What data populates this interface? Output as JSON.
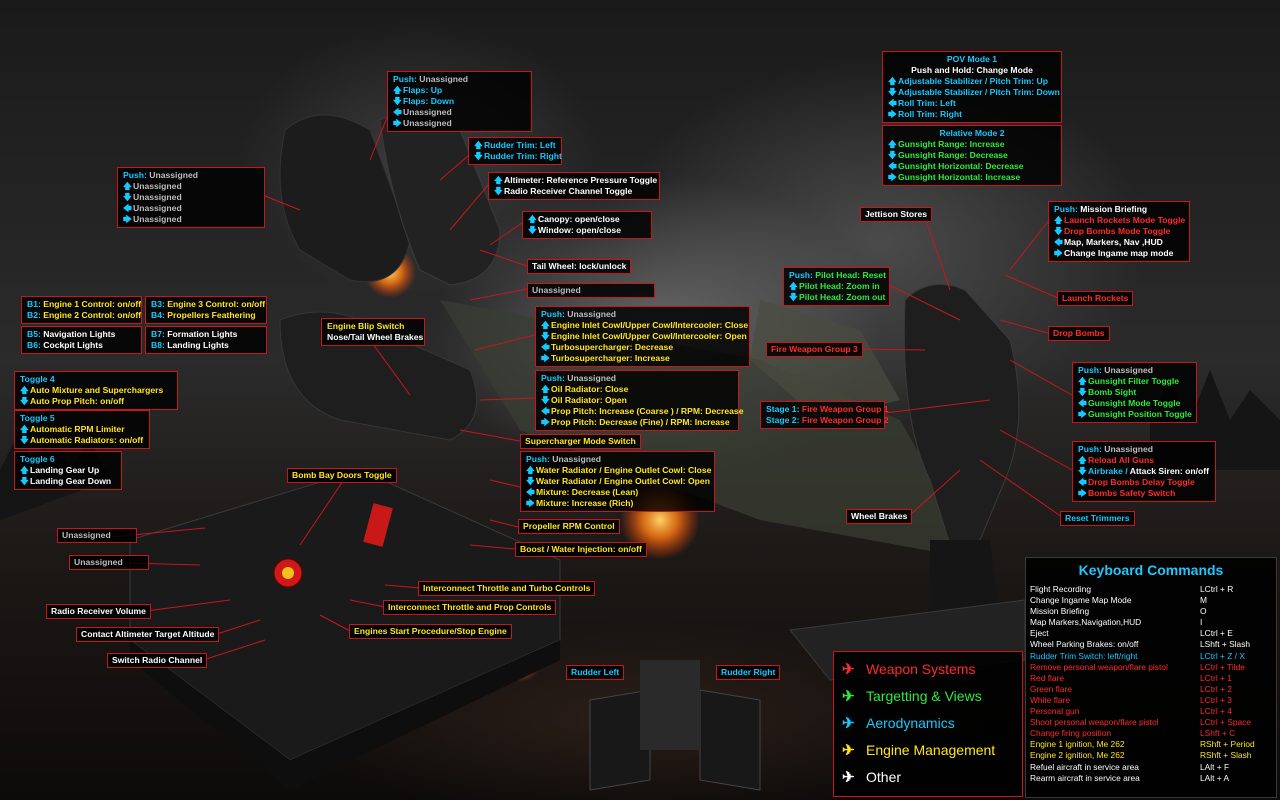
{
  "colors": {
    "border": "#c8161d",
    "cyan": "#17c9ff",
    "green": "#2eea3c",
    "yellow": "#ffe61b",
    "red": "#ff2a2a",
    "grey": "#bdbdbd"
  },
  "throttle_top": {
    "push_left": {
      "push": "Push:",
      "push_val": "Unassigned",
      "rows": [
        "Unassigned",
        "Unassigned",
        "Unassigned",
        "Unassigned"
      ]
    },
    "push_top": {
      "push": "Push:",
      "push_val": "Unassigned",
      "rows": [
        "Flaps: Up",
        "Flaps: Down",
        "Unassigned",
        "Unassigned"
      ]
    },
    "rudder_trim": [
      "Rudder Trim: Left",
      "Rudder Trim: Right"
    ],
    "altimeter": [
      "Altimeter: Reference Pressure Toggle",
      "Radio Receiver Channel Toggle"
    ],
    "canopy": [
      "Canopy: open/close",
      "Window: open/close"
    ],
    "tail_wheel": "Tail Wheel: lock/unlock",
    "unassigned_1": "Unassigned"
  },
  "b_buttons": {
    "b1": "B1:",
    "b1_t": "Engine 1 Control: on/off",
    "b2": "B2:",
    "b2_t": "Engine 2 Control: on/off",
    "b3": "B3:",
    "b3_t": "Engine 3 Control: on/off",
    "b4": "B4:",
    "b4_t": "Propellers Feathering",
    "b5": "B5:",
    "b5_t": "Navigation Lights",
    "b6": "B6:",
    "b6_t": "Cockpit Lights",
    "b7": "B7:",
    "b7_t": "Formation Lights",
    "b8": "B8:",
    "b8_t": "Landing Lights"
  },
  "toggles": {
    "t4_title": "Toggle 4",
    "t4": [
      "Auto Mixture and Superchargers",
      "Auto Prop Pitch: on/off"
    ],
    "t5_title": "Toggle 5",
    "t5": [
      "Automatic RPM Limiter",
      "Automatic Radiators: on/off"
    ],
    "t6_title": "Toggle 6",
    "t6": [
      "Landing Gear Up",
      "Landing Gear Down"
    ]
  },
  "throttle_mid": {
    "engine_blip": [
      "Engine Blip Switch",
      "Nose/Tail Wheel Brakes"
    ],
    "hat1": {
      "push": "Push:",
      "push_val": "Unassigned",
      "rows": [
        "Engine Inlet Cowl/Upper Cowl/Intercooler: Close",
        "Engine Inlet Cowl/Upper Cowl/Intercooler: Open",
        "Turbosupercharger: Decrease",
        "Turbosupercharger: Increase"
      ]
    },
    "hat2": {
      "push": "Push:",
      "push_val": "Unassigned",
      "rows": [
        "Oil Radiator: Close",
        "Oil Radiator: Open",
        "Prop Pitch: Increase (Coarse ) / RPM: Decrease",
        "Prop Pitch: Decrease (Fine) / RPM: Increase"
      ]
    },
    "supercharger": "Supercharger Mode Switch",
    "hat3": {
      "push": "Push:",
      "push_val": "Unassigned",
      "rows": [
        "Water Radiator / Engine Outlet Cowl: Close",
        "Water Radiator / Engine Outlet Cowl: Open",
        "Mixture: Decrease (Lean)",
        "Mixture: Increase (Rich)"
      ]
    },
    "prop_rpm": "Propeller RPM Control",
    "boost": "Boost / Water Injection: on/off",
    "bomb_bay": "Bomb Bay Doors Toggle"
  },
  "base": {
    "unassigned_a": "Unassigned",
    "unassigned_b": "Unassigned",
    "radio_vol": "Radio Receiver Volume",
    "contact_alt": "Contact Altimeter Target Altitude",
    "switch_radio": "Switch Radio Channel",
    "ic_turbo": "Interconnect Throttle and Turbo Controls",
    "ic_prop": "Interconnect Throttle and Prop Controls",
    "engine_start": "Engines Start Procedure/Stop Engine"
  },
  "rudder": {
    "left": "Rudder Left",
    "right": "Rudder Right"
  },
  "stick": {
    "pov_title": "POV Mode 1",
    "pov_sub": "Push and Hold: Change Mode",
    "pov_rows": [
      "Adjustable Stabilizer / Pitch Trim: Up",
      "Adjustable Stabilizer / Pitch Trim: Down",
      "Roll Trim: Left",
      "Roll Trim: Right"
    ],
    "rel_title": "Relative Mode 2",
    "rel_rows": [
      "Gunsight Range: Increase",
      "Gunsight Range: Decrease",
      "Gunsight Horizontal: Decrease",
      "Gunsight Horizontal: Increase"
    ],
    "jettison": "Jettison Stores",
    "mb_push": "Push:",
    "mb_push_val": "Mission Briefing",
    "mb_rows": [
      "Launch Rockets Mode Toggle",
      "Drop Bombs Mode Toggle",
      "Map, Markers, Nav ,HUD",
      "Change Ingame map mode"
    ],
    "ph_push": "Push:",
    "ph_push_val": "Pilot Head: Reset",
    "ph_rows": [
      "Pilot Head: Zoom in",
      "Pilot Head: Zoom out"
    ],
    "launch_rockets": "Launch Rockets",
    "drop_bombs": "Drop Bombs",
    "fire3": "Fire Weapon Group 3",
    "gs_push": "Push:",
    "gs_push_val": "Unassigned",
    "gs_rows": [
      "Gunsight Filter Toggle",
      "Bomb Sight",
      "Gunsight Mode Toggle",
      "Gunsight Position Toggle"
    ],
    "stage1": "Stage 1:",
    "stage1_v": "Fire Weapon Group 1",
    "stage2": "Stage 2:",
    "stage2_v": "Fire Weapon Group 2",
    "rg_push": "Push:",
    "rg_push_val": "Unassigned",
    "rg_row1": "Reload All Guns",
    "rg_row2_a": "Airbrake /",
    "rg_row2_b": "Attack Siren: on/off",
    "rg_row3": "Drop Bombs Delay Toggle",
    "rg_row4": "Bombs Safety Switch",
    "reset_trim": "Reset Trimmers",
    "wheel_brakes": "Wheel Brakes"
  },
  "legend": [
    {
      "label": "Weapon Systems",
      "color": "#ff2a2a"
    },
    {
      "label": "Targetting & Views",
      "color": "#2eea3c"
    },
    {
      "label": "Aerodynamics",
      "color": "#17c9ff"
    },
    {
      "label": "Engine Management",
      "color": "#ffe61b"
    },
    {
      "label": "Other",
      "color": "#ffffff"
    }
  ],
  "keyboard": {
    "title": "Keyboard Commands",
    "rows": [
      {
        "action": "Flight Recording",
        "key": "LCtrl + R",
        "color": "#ffffff"
      },
      {
        "action": "Change Ingame Map Mode",
        "key": "M",
        "color": "#ffffff"
      },
      {
        "action": "Mission Briefing",
        "key": "O",
        "color": "#ffffff"
      },
      {
        "action": "Map Markers,Navigation,HUD",
        "key": "I",
        "color": "#ffffff"
      },
      {
        "action": "Eject",
        "key": "LCtrl + E",
        "color": "#ffffff"
      },
      {
        "action": "Wheel Parking Brakes: on/off",
        "key": "LShft + Slash",
        "color": "#ffffff"
      },
      {
        "action": "Rudder Trim Switch: left/right",
        "key": "LCtrl + Z / X",
        "color": "#17c9ff"
      },
      {
        "action": "Remove personal weapon/flare pistol",
        "key": "LCtrl + Tilde",
        "color": "#ff2a2a"
      },
      {
        "action": "Red flare",
        "key": "LCtrl + 1",
        "color": "#ff2a2a"
      },
      {
        "action": "Green flare",
        "key": "LCtrl + 2",
        "color": "#ff2a2a"
      },
      {
        "action": "White flare",
        "key": "LCtrl + 3",
        "color": "#ff2a2a"
      },
      {
        "action": "Personal gun",
        "key": "LCtrl + 4",
        "color": "#ff2a2a"
      },
      {
        "action": "Shoot personal weapon/flare pistol",
        "key": "LCtrl + Space",
        "color": "#ff2a2a"
      },
      {
        "action": "Change firing position",
        "key": "LShft + C",
        "color": "#ff2a2a"
      },
      {
        "action": "Engine 1 ignition, Me 262",
        "key": "RShft + Period",
        "color": "#ffe61b"
      },
      {
        "action": "Engine 2 ignition, Me 262",
        "key": "RShft + Slash",
        "color": "#ffe61b"
      },
      {
        "action": "Refuel aircraft in service area",
        "key": "LAlt + F",
        "color": "#ffffff"
      },
      {
        "action": "Rearm aircraft in service area",
        "key": "LAlt + A",
        "color": "#ffffff"
      }
    ]
  }
}
